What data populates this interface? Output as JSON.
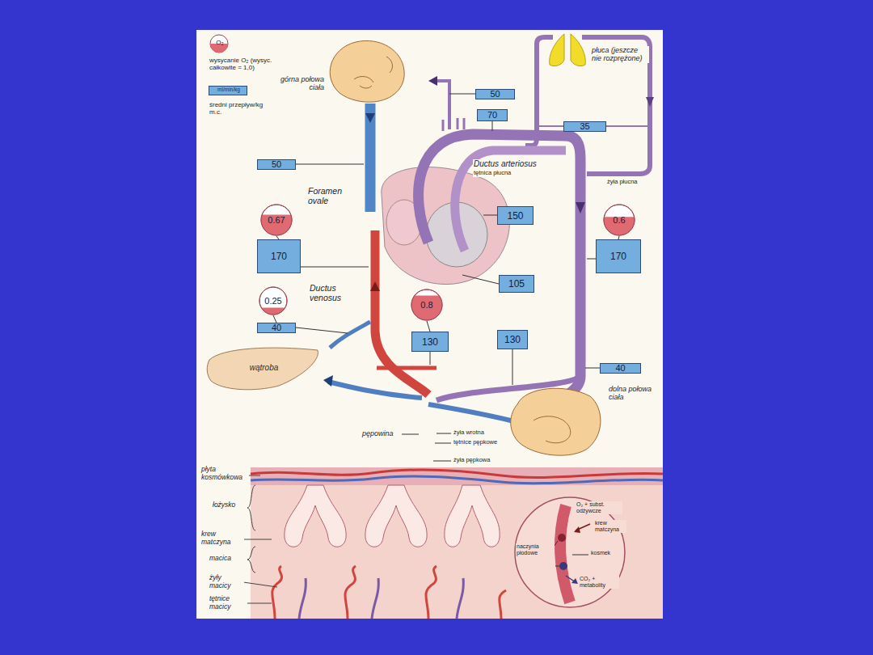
{
  "diagram": {
    "nodes": [
      {
        "text": [
          "50"
        ]
      },
      {
        "text": [
          "70"
        ]
      },
      {
        "text": [
          "35"
        ]
      },
      {
        "text": [
          "50"
        ]
      },
      {
        "text": [
          "150"
        ]
      },
      {
        "text": [
          "0.67"
        ]
      },
      {
        "text": [
          "170"
        ]
      },
      {
        "text": [
          "0.6"
        ]
      },
      {
        "text": [
          "170"
        ]
      },
      {
        "text": [
          "105"
        ]
      },
      {
        "text": [
          "0.25"
        ]
      },
      {
        "text": [
          "40"
        ]
      },
      {
        "text": [
          "0.8"
        ]
      },
      {
        "text": [
          "130"
        ]
      },
      {
        "text": [
          "130"
        ]
      },
      {
        "text": [
          "40"
        ]
      },
      {
        "text": [
          "wątroba"
        ]
      }
    ],
    "edges": [
      {
        "from": 5,
        "to": 6,
        "arrow": "none"
      },
      {
        "from": 7,
        "to": 8,
        "arrow": "none"
      },
      {
        "from": 10,
        "to": 11,
        "arrow": "none"
      },
      {
        "from": 12,
        "to": 13,
        "arrow": "none"
      }
    ],
    "labels": [
      "O₂",
      "ml/min/kg",
      "górna połowa ciała",
      "płuca (jeszcze nie rozprężone)",
      "Ductus arteriosus",
      "tętnica płucna",
      "żyła płucna",
      "Foramen ovale",
      "Ductus venosus",
      "dolna połowa ciała",
      "pępowina",
      "żyła wrotna",
      "tętnice pępkowe",
      "żyła pępkowa",
      "płyta kosmówkowa",
      "łożysko",
      "krew matczyna",
      "macica",
      "żyły macicy",
      "tętnice macicy",
      "O₂ + subst. odżywcze",
      "krew matczyna",
      "naczynia płodowe",
      "kosmek",
      "CO₂ + metabolity"
    ],
    "legend": [
      {
        "text": "wysycanie O₂ (wysyc. całkowite = 1,0)"
      },
      {
        "text": "średni przepływ/kg m.c.",
        "color": "#74aede"
      }
    ]
  }
}
